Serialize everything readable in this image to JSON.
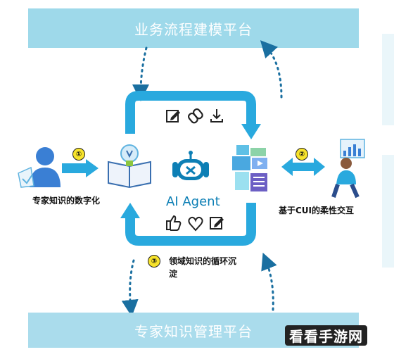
{
  "top_banner": "业务流程建模平台",
  "bottom_banner": "专家知识管理平台",
  "step1_number": "①",
  "step2_number": "②",
  "step3_number": "③",
  "label_left": "专家知识的数字化",
  "label_right": "基于CUI的柔性交互",
  "label_bottom_line1": "领域知识的循环沉",
  "label_bottom_line2": "淀",
  "agent_label": "AI Agent",
  "watermark": "看看手游网",
  "icons_top": [
    "edit-icon",
    "link-icon",
    "download-icon"
  ],
  "icons_bottom": [
    "thumbs-up-icon",
    "heart-icon",
    "edit-icon"
  ],
  "colors": {
    "banner": "#9ed9ea",
    "loop": "#29a9de",
    "arrow_dotted": "#1a6fa0",
    "accent_yellow": "#f7e32b"
  }
}
